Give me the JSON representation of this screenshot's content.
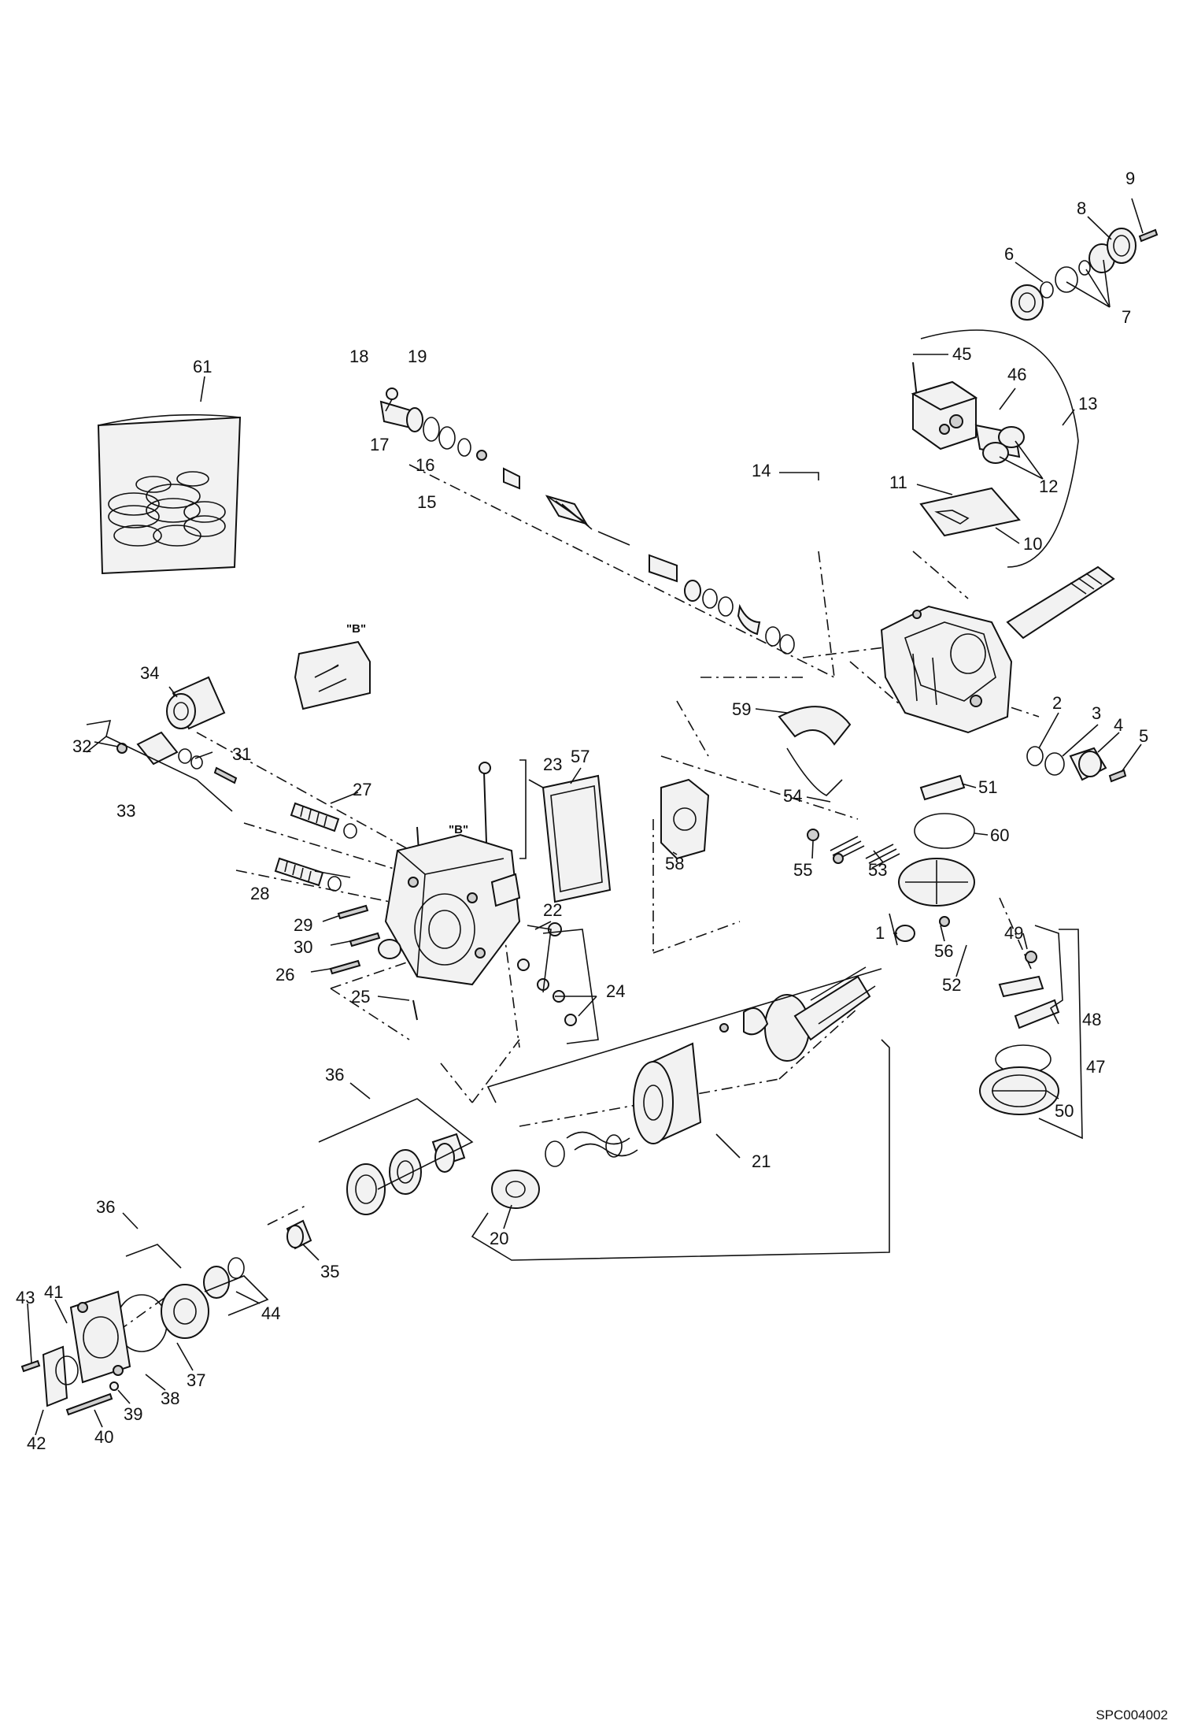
{
  "drawing": {
    "id": "SPC004002",
    "view_label": "\"B\""
  },
  "callouts": {
    "c1": "1",
    "c2": "2",
    "c3": "3",
    "c4": "4",
    "c5": "5",
    "c6": "6",
    "c7": "7",
    "c8": "8",
    "c9": "9",
    "c10": "10",
    "c11": "11",
    "c12": "12",
    "c13": "13",
    "c14": "14",
    "c15": "15",
    "c16": "16",
    "c17": "17",
    "c18": "18",
    "c19": "19",
    "c20": "20",
    "c21": "21",
    "c22": "22",
    "c23": "23",
    "c24": "24",
    "c25": "25",
    "c26": "26",
    "c27": "27",
    "c28": "28",
    "c29": "29",
    "c30": "30",
    "c31": "31",
    "c32": "32",
    "c33": "33",
    "c34": "34",
    "c35": "35",
    "c36a": "36",
    "c36b": "36",
    "c37": "37",
    "c38": "38",
    "c39": "39",
    "c40": "40",
    "c41": "41",
    "c42": "42",
    "c43": "43",
    "c44": "44",
    "c45": "45",
    "c46": "46",
    "c47": "47",
    "c48": "48",
    "c49": "49",
    "c50": "50",
    "c51": "51",
    "c52": "52",
    "c53": "53",
    "c54": "54",
    "c55": "55",
    "c56": "56",
    "c57": "57",
    "c58": "58",
    "c59": "59",
    "c60": "60",
    "c61": "61"
  }
}
